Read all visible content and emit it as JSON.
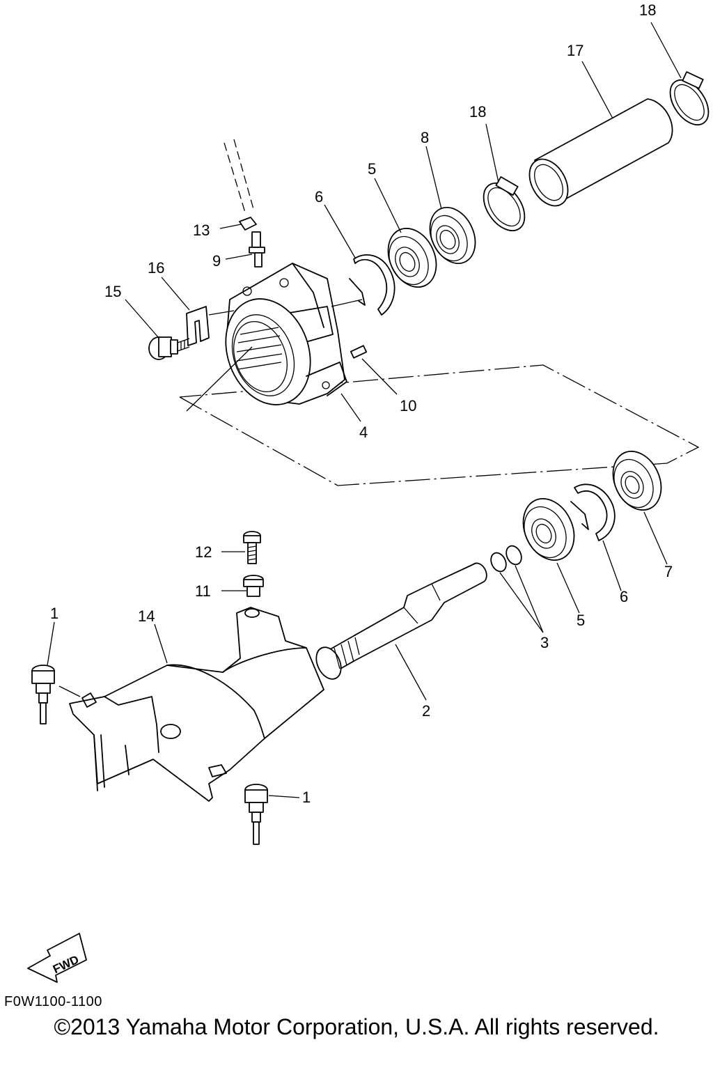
{
  "labels": {
    "p1a": "1",
    "p1b": "1",
    "p2": "2",
    "p3": "3",
    "p4": "4",
    "p5a": "5",
    "p5b": "5",
    "p6a": "6",
    "p6b": "6",
    "p7": "7",
    "p8": "8",
    "p9": "9",
    "p10": "10",
    "p11": "11",
    "p12": "12",
    "p13": "13",
    "p14": "14",
    "p15": "15",
    "p16": "16",
    "p17": "17",
    "p18a": "18",
    "p18b": "18"
  },
  "fwd": "FWD",
  "diagram_code": "F0W1100-1100",
  "copyright": "©2013 Yamaha Motor Corporation, U.S.A. All rights reserved."
}
